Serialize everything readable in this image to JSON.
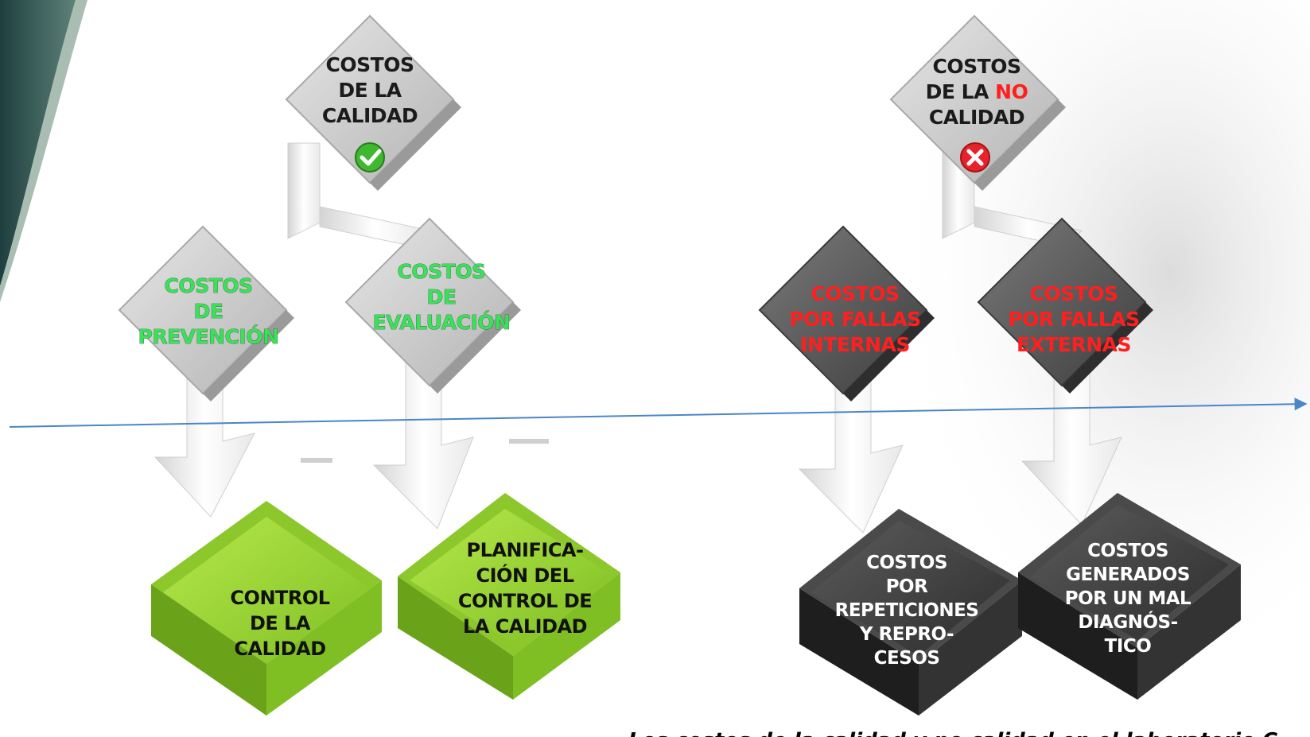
{
  "left_group": {
    "top": {
      "lines": [
        "COSTOS",
        "DE LA",
        "CALIDAD"
      ],
      "icon": "green-check-icon"
    },
    "prevencion": {
      "lines": [
        "COSTOS",
        "DE",
        "PREVENCIÓN"
      ]
    },
    "evaluacion": {
      "lines": [
        "COSTOS",
        "DE",
        "EVALUACIÓN"
      ]
    },
    "control": {
      "lines": [
        "CONTROL",
        "DE LA",
        "CALIDAD"
      ]
    },
    "planificacion": {
      "lines": [
        "PLANIFICA-",
        "CIÓN DEL",
        "CONTROL DE",
        "LA CALIDAD"
      ]
    }
  },
  "right_group": {
    "top": {
      "line1": "COSTOS",
      "line2_prefix": "DE LA ",
      "line2_highlight": "NO",
      "line3": "CALIDAD",
      "icon": "red-x-icon"
    },
    "internas": {
      "lines": [
        "COSTOS",
        "POR  FALLAS",
        "INTERNAS"
      ]
    },
    "externas": {
      "lines": [
        "COSTOS",
        "POR FALLAS",
        "EXTERNAS"
      ]
    },
    "repeticiones": {
      "lines": [
        "COSTOS",
        "POR",
        "REPETICIONES",
        "Y REPRO-",
        "CESOS"
      ]
    },
    "diagnostico": {
      "lines": [
        "COSTOS",
        "GENERADOS",
        "POR UN MAL",
        "DIAGNÓS-",
        "TICO"
      ]
    }
  },
  "caption": "Los costos de la calidad y no calidad en el laboratorio C",
  "colors": {
    "light_gray": "#c8c8c8",
    "dark_gray": "#5a5a5a",
    "lime_green": "#9ed83a",
    "label_green": "#3ce05a",
    "label_red": "#ff1f1f",
    "arrow_line": "#4a86c8"
  }
}
